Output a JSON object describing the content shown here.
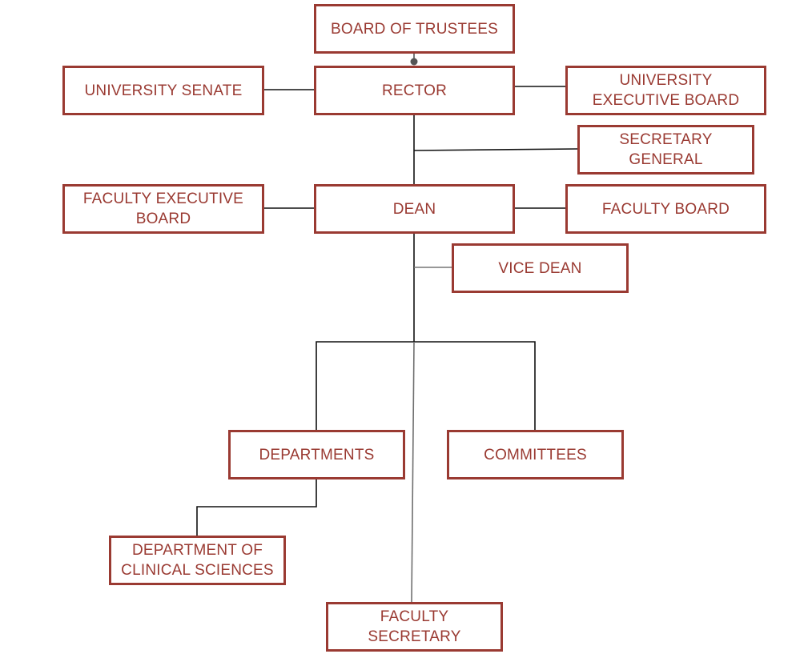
{
  "diagram": {
    "type": "org-chart",
    "colors": {
      "box_border": "#9a3a32",
      "box_text": "#9a3a32",
      "connector_primary": "#111111",
      "connector_secondary": "#6f6f6f",
      "background": "#ffffff"
    },
    "nodes": {
      "board_of_trustees": "BOARD OF TRUSTEES",
      "rector": "RECTOR",
      "university_senate": "UNIVERSITY SENATE",
      "university_executive_board": "UNIVERSITY\nEXECUTIVE BOARD",
      "secretary_general": "SECRETARY\nGENERAL",
      "dean": "DEAN",
      "faculty_executive_board": "FACULTY EXECUTIVE\nBOARD",
      "faculty_board": "FACULTY BOARD",
      "vice_dean": "VICE DEAN",
      "departments": "DEPARTMENTS",
      "committees": "COMMITTEES",
      "department_of_clinical_sciences": "DEPARTMENT OF\nCLINICAL SCIENCES",
      "faculty_secretary": "FACULTY\nSECRETARY"
    },
    "edges": [
      {
        "from": "board_of_trustees",
        "to": "rector"
      },
      {
        "from": "rector",
        "to": "university_senate"
      },
      {
        "from": "rector",
        "to": "university_executive_board"
      },
      {
        "from": "rector",
        "to": "secretary_general"
      },
      {
        "from": "rector",
        "to": "dean"
      },
      {
        "from": "dean",
        "to": "faculty_executive_board"
      },
      {
        "from": "dean",
        "to": "faculty_board"
      },
      {
        "from": "dean",
        "to": "vice_dean"
      },
      {
        "from": "dean",
        "to": "departments"
      },
      {
        "from": "dean",
        "to": "committees"
      },
      {
        "from": "dean",
        "to": "faculty_secretary"
      },
      {
        "from": "departments",
        "to": "department_of_clinical_sciences"
      }
    ]
  }
}
